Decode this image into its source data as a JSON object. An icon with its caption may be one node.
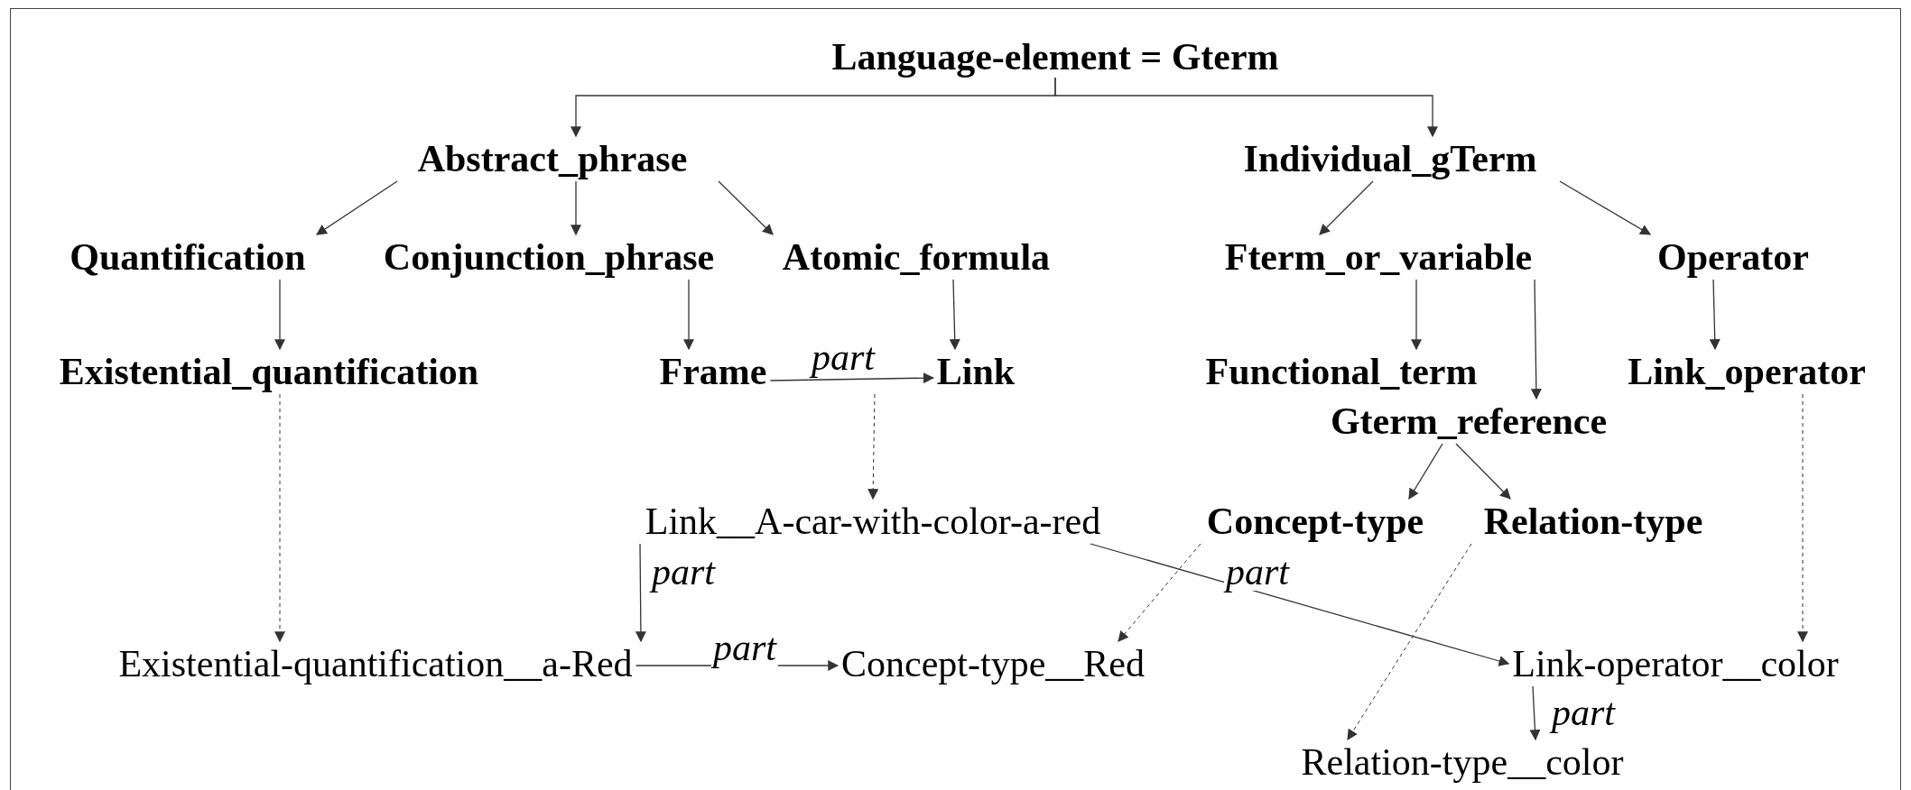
{
  "diagram": {
    "nodes": [
      {
        "text": [
          "Language-element = Gterm"
        ]
      },
      {
        "text": [
          "Abstract_phrase"
        ]
      },
      {
        "text": [
          "Individual_gTerm"
        ]
      },
      {
        "text": [
          "Quantification"
        ]
      },
      {
        "text": [
          "Conjunction_phrase"
        ]
      },
      {
        "text": [
          "Atomic_formula"
        ]
      },
      {
        "text": [
          "Fterm_or_variable"
        ]
      },
      {
        "text": [
          "Operator"
        ]
      },
      {
        "text": [
          "Existential_quantification"
        ]
      },
      {
        "text": [
          "Frame"
        ]
      },
      {
        "text": [
          "Link"
        ]
      },
      {
        "text": [
          "Functional_term"
        ]
      },
      {
        "text": [
          "Link_operator"
        ]
      },
      {
        "text": [
          "Gterm_reference"
        ]
      },
      {
        "text": [
          "Link__A-car-with-color-a-red"
        ]
      },
      {
        "text": [
          "Concept-type"
        ]
      },
      {
        "text": [
          "Relation-type"
        ]
      },
      {
        "text": [
          "Existential-quantification__a-Red"
        ]
      },
      {
        "text": [
          "Concept-type__Red"
        ]
      },
      {
        "text": [
          "Link-operator__color"
        ]
      },
      {
        "text": [
          "Relation-type__color"
        ]
      }
    ],
    "edges": [
      {
        "from": 0,
        "to": 1,
        "arrow": "to"
      },
      {
        "from": 0,
        "to": 2,
        "arrow": "to"
      },
      {
        "from": 1,
        "to": 3,
        "arrow": "to"
      },
      {
        "from": 1,
        "to": 4,
        "arrow": "to"
      },
      {
        "from": 1,
        "to": 5,
        "arrow": "to"
      },
      {
        "from": 2,
        "to": 6,
        "arrow": "to"
      },
      {
        "from": 2,
        "to": 7,
        "arrow": "to"
      },
      {
        "from": 3,
        "to": 8,
        "arrow": "to"
      },
      {
        "from": 4,
        "to": 9,
        "arrow": "to"
      },
      {
        "from": 5,
        "to": 10,
        "arrow": "to"
      },
      {
        "from": 6,
        "to": 11,
        "arrow": "to"
      },
      {
        "from": 6,
        "to": 13,
        "arrow": "to"
      },
      {
        "from": 7,
        "to": 12,
        "arrow": "to"
      },
      {
        "from": 9,
        "to": 10,
        "arrow": "to",
        "label": "part"
      },
      {
        "from": 13,
        "to": 15,
        "arrow": "to"
      },
      {
        "from": 13,
        "to": 16,
        "arrow": "to"
      },
      {
        "from": 10,
        "to": 14,
        "arrow": "to",
        "style": "dashed"
      },
      {
        "from": 8,
        "to": 17,
        "arrow": "to",
        "style": "dashed"
      },
      {
        "from": 12,
        "to": 19,
        "arrow": "to",
        "style": "dashed"
      },
      {
        "from": 15,
        "to": 18,
        "arrow": "to",
        "style": "dashed"
      },
      {
        "from": 16,
        "to": 20,
        "arrow": "to",
        "style": "dashed"
      },
      {
        "from": 14,
        "to": 17,
        "arrow": "to",
        "label": "part"
      },
      {
        "from": 17,
        "to": 18,
        "arrow": "to",
        "label": "part"
      },
      {
        "from": 14,
        "to": 19,
        "arrow": "to",
        "label": "part"
      },
      {
        "from": 19,
        "to": 20,
        "arrow": "to",
        "label": "part"
      }
    ]
  }
}
